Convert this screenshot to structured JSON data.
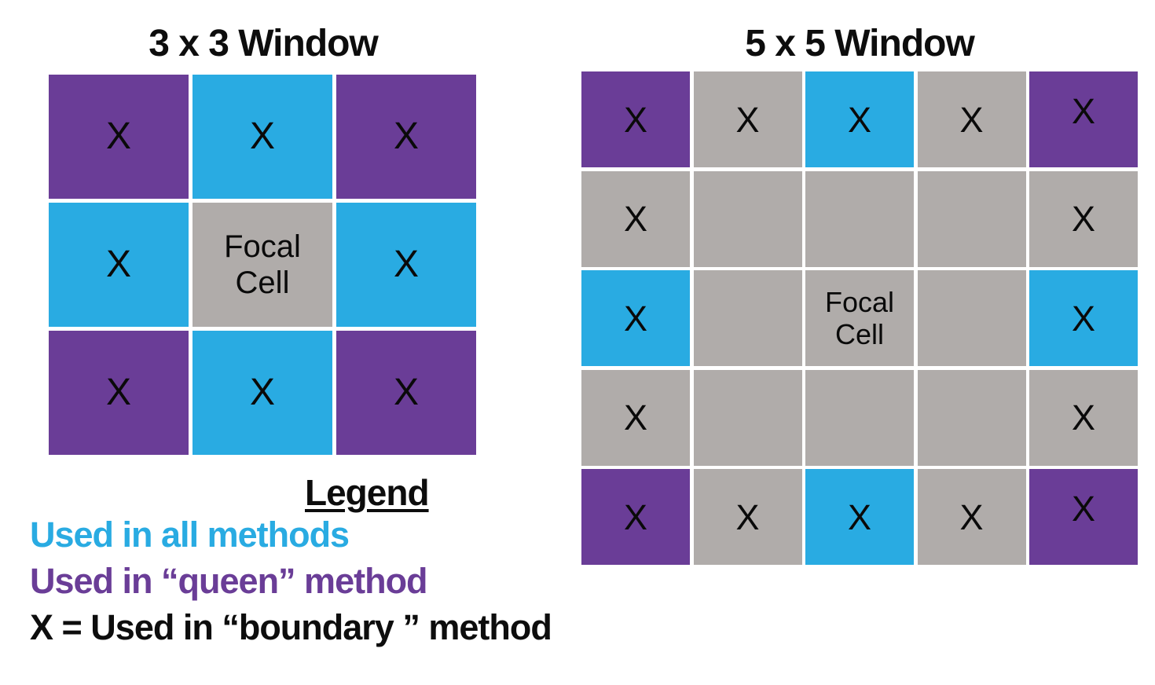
{
  "colors": {
    "blue": "#29ABE2",
    "purple": "#6A3D97",
    "gray": "#B0ACAA",
    "black": "#0d0d0d"
  },
  "windows": [
    {
      "id": "3x3",
      "title": "3 x 3 Window",
      "size": 3,
      "cells": [
        {
          "color": "purple",
          "label": "X"
        },
        {
          "color": "blue",
          "label": "X"
        },
        {
          "color": "purple",
          "label": "X"
        },
        {
          "color": "blue",
          "label": "X"
        },
        {
          "color": "gray",
          "label": "Focal Cell",
          "focal": true
        },
        {
          "color": "blue",
          "label": "X"
        },
        {
          "color": "purple",
          "label": "X"
        },
        {
          "color": "blue",
          "label": "X"
        },
        {
          "color": "purple",
          "label": "X"
        }
      ]
    },
    {
      "id": "5x5",
      "title": "5 x 5 Window",
      "size": 5,
      "cells": [
        {
          "color": "purple",
          "label": "X"
        },
        {
          "color": "gray",
          "label": "X"
        },
        {
          "color": "blue",
          "label": "X"
        },
        {
          "color": "gray",
          "label": "X"
        },
        {
          "color": "purple",
          "label": "X",
          "raised": true
        },
        {
          "color": "gray",
          "label": "X"
        },
        {
          "color": "gray",
          "label": ""
        },
        {
          "color": "gray",
          "label": ""
        },
        {
          "color": "gray",
          "label": ""
        },
        {
          "color": "gray",
          "label": "X"
        },
        {
          "color": "blue",
          "label": "X"
        },
        {
          "color": "gray",
          "label": ""
        },
        {
          "color": "gray",
          "label": "Focal Cell",
          "focal": true
        },
        {
          "color": "gray",
          "label": ""
        },
        {
          "color": "blue",
          "label": "X"
        },
        {
          "color": "gray",
          "label": "X"
        },
        {
          "color": "gray",
          "label": ""
        },
        {
          "color": "gray",
          "label": ""
        },
        {
          "color": "gray",
          "label": ""
        },
        {
          "color": "gray",
          "label": "X"
        },
        {
          "color": "purple",
          "label": "X"
        },
        {
          "color": "gray",
          "label": "X"
        },
        {
          "color": "blue",
          "label": "X"
        },
        {
          "color": "gray",
          "label": "X"
        },
        {
          "color": "purple",
          "label": "X",
          "raised": true
        }
      ]
    }
  ],
  "legend": {
    "heading": "Legend",
    "items": [
      {
        "id": "all-methods",
        "text": "Used in all methods",
        "color_key": "blue"
      },
      {
        "id": "queen-method",
        "text": "Used in “queen” method",
        "color_key": "purple"
      },
      {
        "id": "boundary-method",
        "text": "X = Used in “boundary ” method",
        "color_key": "black"
      }
    ]
  }
}
